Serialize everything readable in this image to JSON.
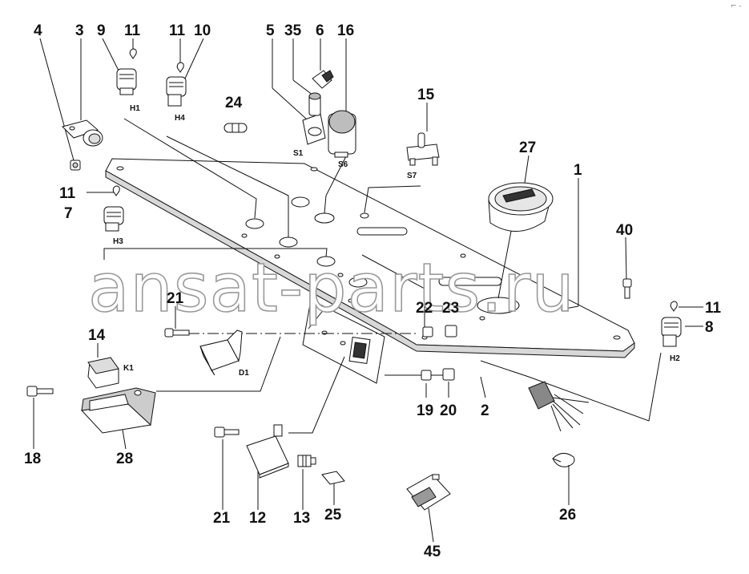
{
  "corner_mark": "⌐ -",
  "watermark": "ansat-parts.ru",
  "callouts": [
    {
      "id": "c4",
      "label": "4"
    },
    {
      "id": "c3",
      "label": "3"
    },
    {
      "id": "c9",
      "label": "9"
    },
    {
      "id": "c11a",
      "label": "11"
    },
    {
      "id": "c11b",
      "label": "11"
    },
    {
      "id": "c10",
      "label": "10"
    },
    {
      "id": "c5",
      "label": "5"
    },
    {
      "id": "c35",
      "label": "35"
    },
    {
      "id": "c6",
      "label": "6"
    },
    {
      "id": "c16",
      "label": "16"
    },
    {
      "id": "c24",
      "label": "24"
    },
    {
      "id": "c15",
      "label": "15"
    },
    {
      "id": "c27",
      "label": "27"
    },
    {
      "id": "c1",
      "label": "1"
    },
    {
      "id": "c11c",
      "label": "11"
    },
    {
      "id": "c7",
      "label": "7"
    },
    {
      "id": "c40",
      "label": "40"
    },
    {
      "id": "c21a",
      "label": "21"
    },
    {
      "id": "c22",
      "label": "22"
    },
    {
      "id": "c23",
      "label": "23"
    },
    {
      "id": "c11d",
      "label": "11"
    },
    {
      "id": "c8",
      "label": "8"
    },
    {
      "id": "c14",
      "label": "14"
    },
    {
      "id": "c19",
      "label": "19"
    },
    {
      "id": "c20",
      "label": "20"
    },
    {
      "id": "c2",
      "label": "2"
    },
    {
      "id": "c18",
      "label": "18"
    },
    {
      "id": "c28",
      "label": "28"
    },
    {
      "id": "c21b",
      "label": "21"
    },
    {
      "id": "c12",
      "label": "12"
    },
    {
      "id": "c13",
      "label": "13"
    },
    {
      "id": "c25",
      "label": "25"
    },
    {
      "id": "c26",
      "label": "26"
    },
    {
      "id": "c45",
      "label": "45"
    }
  ],
  "tags": [
    {
      "id": "H1",
      "label": "H1"
    },
    {
      "id": "H4",
      "label": "H4"
    },
    {
      "id": "S1",
      "label": "S1"
    },
    {
      "id": "S6",
      "label": "S6"
    },
    {
      "id": "S7",
      "label": "S7"
    },
    {
      "id": "H3",
      "label": "H3"
    },
    {
      "id": "H2",
      "label": "H2"
    },
    {
      "id": "K1",
      "label": "K1"
    },
    {
      "id": "D1",
      "label": "D1"
    }
  ]
}
